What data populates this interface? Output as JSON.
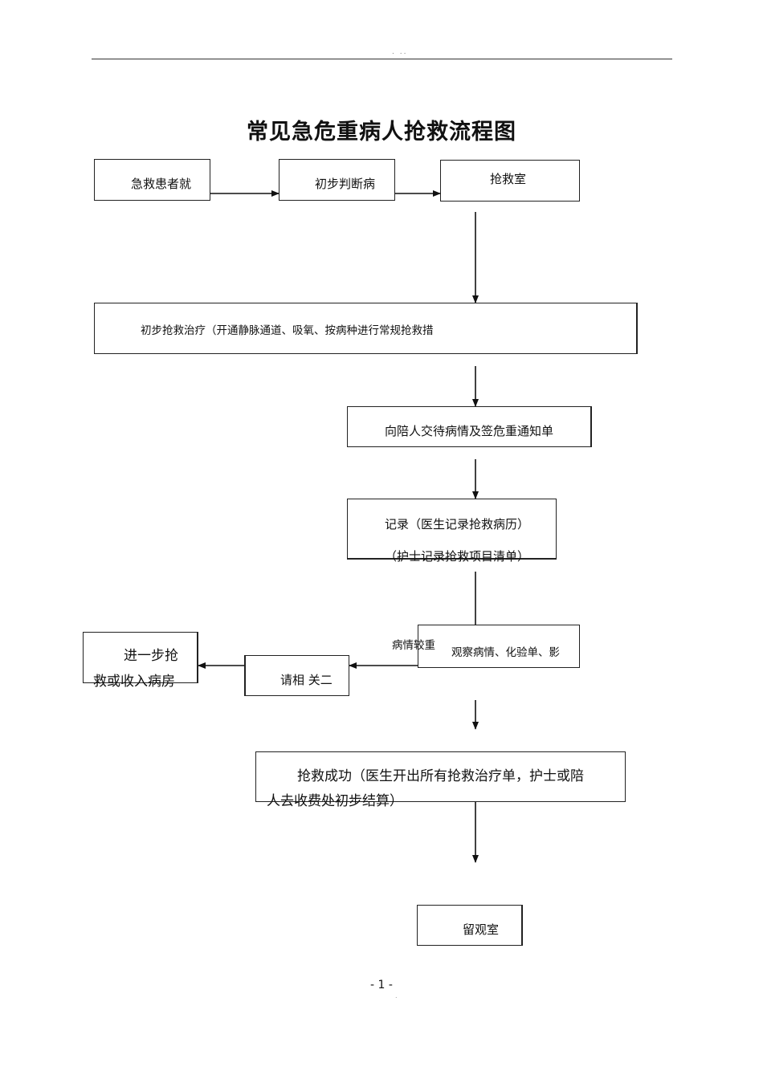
{
  "header": {
    "dots": ". .."
  },
  "title": "常见急危重病人抢救流程图",
  "nodes": {
    "arrival": "急救患者就",
    "diagnosis": "初步判断病",
    "rescue_room": "抢救室",
    "initial_treatment": "初步抢救治疗（开通静脉通道、吸氧、按病种进行常规抢救措",
    "notify_family": "向陪人交待病情及签危重通知单",
    "record_line1": "记录（医生记录抢救病历）",
    "record_line2": "（护士记录抢救项目清单）",
    "observe": "观察病情、化验单、影",
    "severe_label": "病情较重",
    "consult": "请相 关二",
    "further_line1": "进一步抢",
    "further_line2": "救或收入病房",
    "success_line1": "抢救成功（医生开出所有抢救治疗单，护士或陪",
    "success_line2": "人去收费处初步结算）",
    "observation_room": "留观室"
  },
  "footer": {
    "page": "- 1 -",
    "dot": "."
  }
}
